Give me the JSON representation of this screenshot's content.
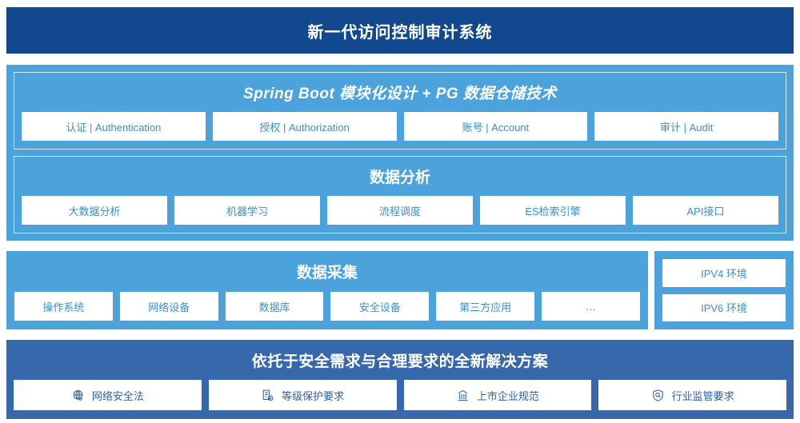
{
  "header": {
    "title": "新一代访问控制审计系统"
  },
  "platform": {
    "groups": [
      {
        "title": "Spring Boot 模块化设计 + PG 数据仓储技术",
        "italic": true,
        "items": [
          "认证 | Authentication",
          "授权 | Authorization",
          "账号 | Account",
          "审计 | Audit"
        ]
      },
      {
        "title": "数据分析",
        "italic": false,
        "items": [
          "大数据分析",
          "机器学习",
          "流程调度",
          "ES检索引擎",
          "API接口"
        ]
      }
    ]
  },
  "collection": {
    "title": "数据采集",
    "items": [
      "操作系统",
      "网络设备",
      "数据库",
      "安全设备",
      "第三方应用",
      "…"
    ],
    "environments": [
      "IPV4 环境",
      "IPV6 环境"
    ]
  },
  "solution": {
    "title": "依托于安全需求与合理要求的全新解决方案",
    "items": [
      {
        "label": "网络安全法",
        "icon": "globe-icon"
      },
      {
        "label": "等级保护要求",
        "icon": "document-check-icon"
      },
      {
        "label": "上市企业规范",
        "icon": "bank-icon"
      },
      {
        "label": "行业监管要求",
        "icon": "shield-search-icon"
      }
    ]
  },
  "colors": {
    "header_navy": "#12498e",
    "panel_blue": "#4ca3dc",
    "solution_blue": "#3668ab",
    "cell_text_blue": "#3a8fcc",
    "solution_text_blue": "#2f5fa6",
    "cell_bg": "#ffffff"
  }
}
